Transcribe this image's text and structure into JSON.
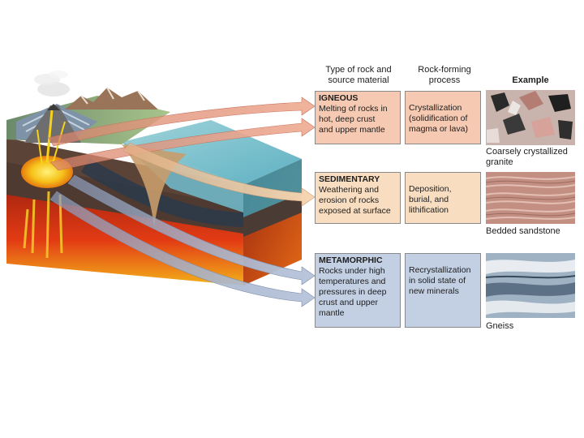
{
  "headers": {
    "type": "Type of rock and\nsource material",
    "process": "Rock-forming\nprocess",
    "example": "Example"
  },
  "rows": [
    {
      "name": "IGNEOUS",
      "source": "Melting of rocks in\nhot, deep crust\nand upper mantle",
      "process": "Crystallization\n(solidification of\nmagma or lava)",
      "example": "Coarsely crystallized\ngranite"
    },
    {
      "name": "SEDIMENTARY",
      "source": "Weathering and\nerosion of rocks\nexposed at surface",
      "process": "Deposition,\nburial, and\nlithification",
      "example": "Bedded sandstone"
    },
    {
      "name": "METAMORPHIC",
      "source": "Rocks under high\ntemperatures and\npressures in deep\ncrust and upper\nmantle",
      "process": "Recrystallization\nin solid state of\nnew minerals",
      "example": "Gneiss"
    }
  ],
  "colors": {
    "igneous_box": "#f5c9b2",
    "sedimentary_box": "#f8ddc0",
    "metamorphic_box": "#c3cfe2",
    "igneous_arrow": "#e8a58a",
    "sedimentary_arrow": "#f2cfa8",
    "metamorphic_arrow": "#aebbd2"
  },
  "icons": [
    "volcano-icon",
    "granite-sample",
    "sandstone-sample",
    "gneiss-sample"
  ]
}
